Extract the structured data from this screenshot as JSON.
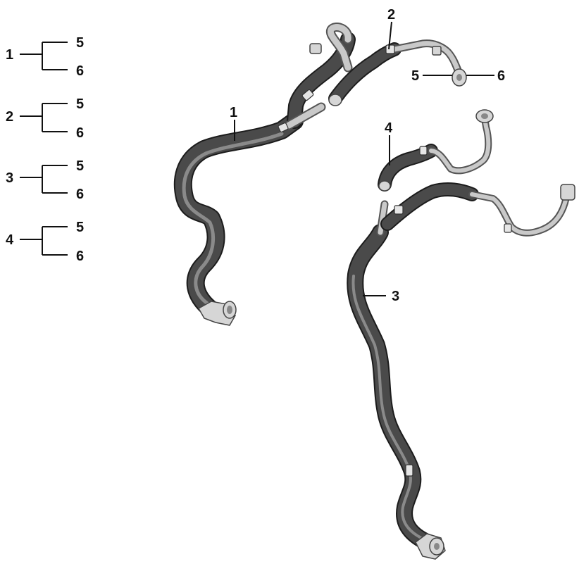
{
  "legend": [
    {
      "group": "1",
      "a": "5",
      "b": "6"
    },
    {
      "group": "2",
      "a": "5",
      "b": "6"
    },
    {
      "group": "3",
      "a": "5",
      "b": "6"
    },
    {
      "group": "4",
      "a": "5",
      "b": "6"
    }
  ],
  "callouts": {
    "hose1": "1",
    "hose2": "2",
    "hose3": "3",
    "hose4": "4",
    "clip_left": "5",
    "clip_right": "6"
  }
}
